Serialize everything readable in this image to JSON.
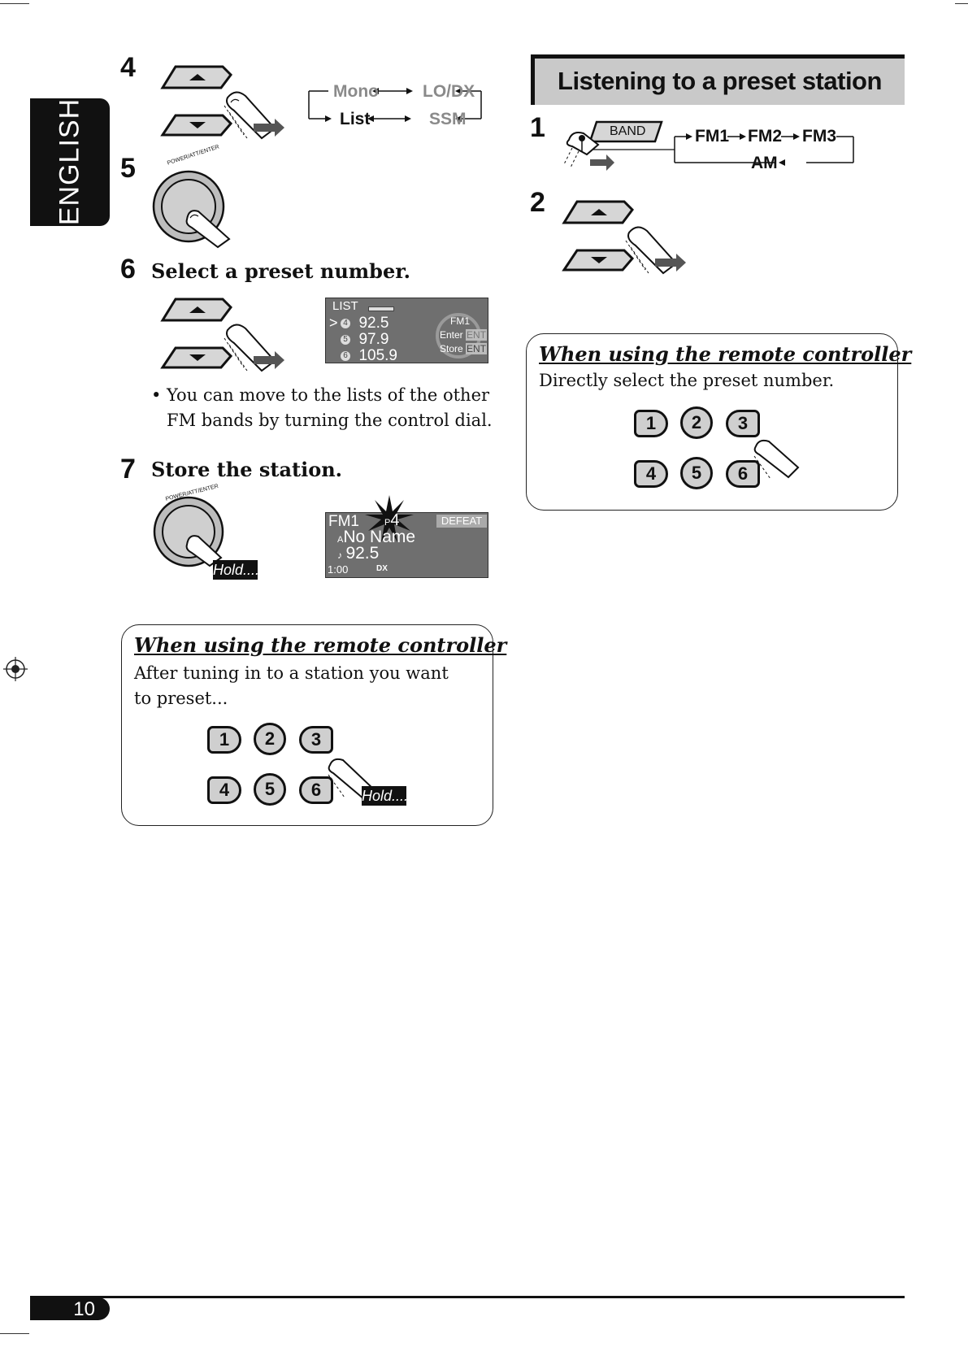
{
  "sidebar": {
    "language": "ENGLISH"
  },
  "left": {
    "step4": {
      "num": "4"
    },
    "step5": {
      "num": "5"
    },
    "mode_cycle": {
      "mono": "Mono",
      "lodx": "LO/DX",
      "list": "List",
      "ssm": "SSM"
    },
    "dial_label": "POWER/ATT/ENTER",
    "step6": {
      "num": "6",
      "title": "Select a preset number.",
      "bullet": "You can move to the lists of the other FM bands by turning the control dial.",
      "display": {
        "header": "LIST",
        "rows": [
          {
            "num": "4",
            "freq": "92.5"
          },
          {
            "num": "5",
            "freq": "97.9"
          },
          {
            "num": "6",
            "freq": "105.9"
          }
        ],
        "band": "FM1",
        "enter": "Enter",
        "store": "Store",
        "ent": "ENT"
      }
    },
    "step7": {
      "num": "7",
      "title": "Store the station.",
      "hold": "Hold....",
      "display": {
        "band": "FM1",
        "preset": "4",
        "preset_prefix": "P",
        "defeat": "DEFEAT",
        "name": "No Name",
        "freq": "92.5",
        "time": "1:00",
        "dx": "DX"
      }
    },
    "remote": {
      "title": "When using the remote controller",
      "text": "After tuning in to a station you want to preset...",
      "buttons": [
        "1",
        "2",
        "3",
        "4",
        "5",
        "6"
      ],
      "hold": "Hold...."
    }
  },
  "right": {
    "section_title": "Listening to a preset station",
    "step1": {
      "num": "1",
      "band_button": "BAND",
      "cycle": {
        "fm1": "FM1",
        "fm2": "FM2",
        "fm3": "FM3",
        "am": "AM"
      }
    },
    "step2": {
      "num": "2"
    },
    "remote": {
      "title": "When using the remote controller",
      "text": "Directly select the preset number.",
      "buttons": [
        "1",
        "2",
        "3",
        "4",
        "5",
        "6"
      ]
    }
  },
  "footer": {
    "page_number": "10"
  }
}
